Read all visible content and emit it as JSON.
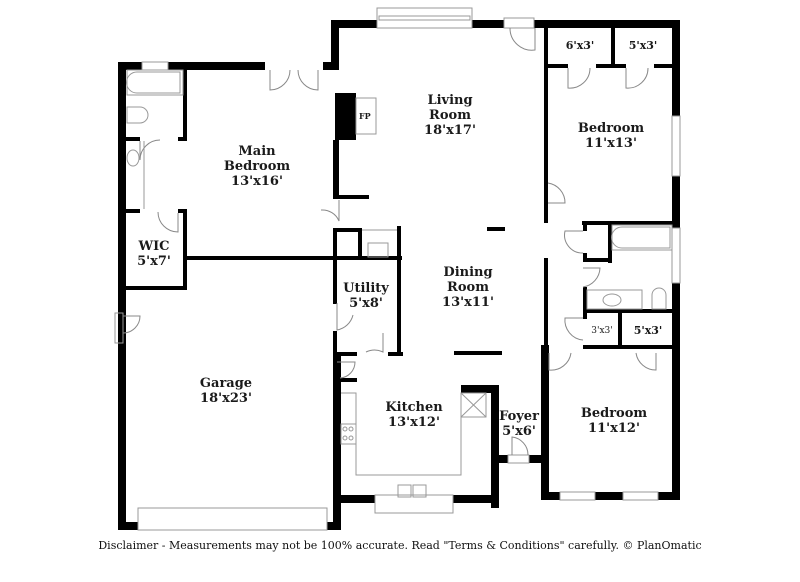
{
  "floorplan": {
    "rooms": [
      {
        "id": "main-bedroom",
        "name_line1": "Main",
        "name_line2": "Bedroom",
        "dims": "13'x16'"
      },
      {
        "id": "wic",
        "name": "WIC",
        "dims": "5'x7'"
      },
      {
        "id": "living-room",
        "name_line1": "Living",
        "name_line2": "Room",
        "dims": "18'x17'"
      },
      {
        "id": "bedroom-top",
        "name": "Bedroom",
        "dims": "11'x13'"
      },
      {
        "id": "closet-top-1",
        "dims": "6'x3'"
      },
      {
        "id": "closet-top-2",
        "dims": "5'x3'"
      },
      {
        "id": "dining-room",
        "name_line1": "Dining",
        "name_line2": "Room",
        "dims": "13'x11'"
      },
      {
        "id": "utility",
        "name": "Utility",
        "dims": "5'x8'"
      },
      {
        "id": "garage",
        "name": "Garage",
        "dims": "18'x23'"
      },
      {
        "id": "kitchen",
        "name": "Kitchen",
        "dims": "13'x12'"
      },
      {
        "id": "foyer",
        "name": "Foyer",
        "dims": "5'x6'"
      },
      {
        "id": "bedroom-bottom",
        "name": "Bedroom",
        "dims": "11'x12'"
      },
      {
        "id": "closet-mid-small",
        "dims": "3'x3'"
      },
      {
        "id": "closet-mid",
        "dims": "5'x3'"
      }
    ],
    "fireplace_label": "FP"
  },
  "footer": {
    "disclaimer": "Disclaimer - Measurements may not be 100% accurate. Read \"Terms & Conditions\" carefully. © PlanOmatic"
  }
}
